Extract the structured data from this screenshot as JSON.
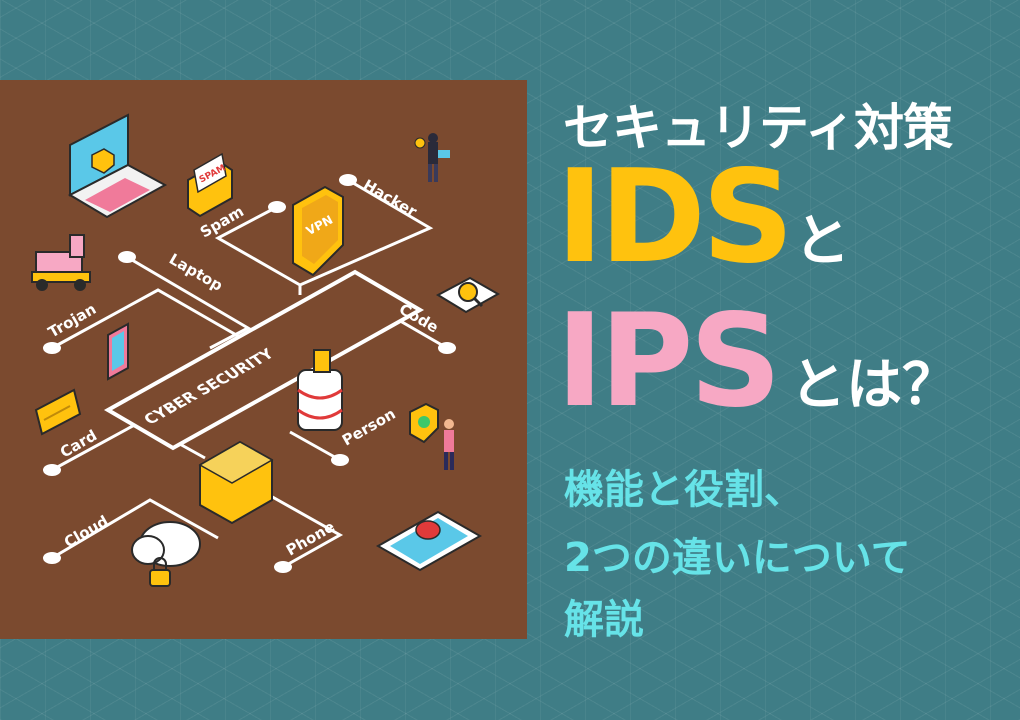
{
  "panel": {
    "center_label": "CYBER SECURITY",
    "labels": {
      "hacker": "Hacker",
      "spam": "Spam",
      "laptop": "Laptop",
      "trojan": "Trojan",
      "code": "Code",
      "card": "Card",
      "person": "Person",
      "cloud": "Cloud",
      "phone": "Phone",
      "vpn": "VPN",
      "spam_tag": "SPAM"
    }
  },
  "title": {
    "line1": "セキュリティ対策",
    "ids": "IDS",
    "to": "と",
    "ips": "IPS",
    "towa": "とは？",
    "sub1": "機能と役割、",
    "sub2": "2つの違いについて",
    "sub3": "解説"
  },
  "colors": {
    "background": "#3f7d86",
    "panel": "#7b4a2f",
    "ids": "#ffc20e",
    "ips": "#f7a8c4",
    "subtitle": "#66e3e8"
  }
}
